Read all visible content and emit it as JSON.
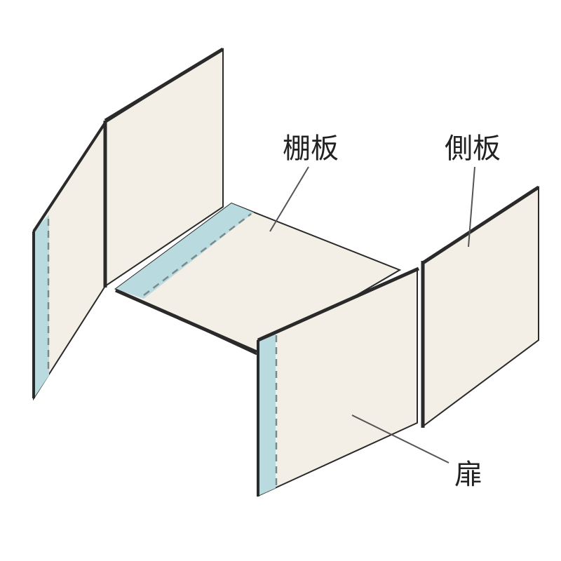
{
  "labels": {
    "shelf_board": "棚板",
    "side_board": "側板",
    "door": "扉"
  },
  "colors": {
    "panel_fill": "#f4efe6",
    "edge_fill": "#b9dbe0",
    "outline": "#2a2a2a",
    "leader": "#555555"
  }
}
